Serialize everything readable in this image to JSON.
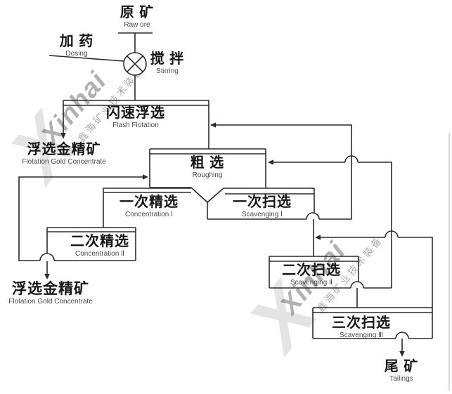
{
  "flow": {
    "raw_ore": {
      "zh": "原 矿",
      "en": "Raw ore"
    },
    "dosing": {
      "zh": "加 药",
      "en": "Dosing"
    },
    "stirring": {
      "zh": "搅 拌",
      "en": "Stirring"
    },
    "flash_flotation": {
      "zh": "闪速浮选",
      "en": "Flash Flotation"
    },
    "concentrate_top": {
      "zh": "浮选金精矿",
      "en": "Flotation Gold Concentrate"
    },
    "roughing": {
      "zh": "粗 选",
      "en": "Roughing"
    },
    "concentration1": {
      "zh": "一次精选",
      "en": "Concentration Ⅰ"
    },
    "scavenging1": {
      "zh": "一次扫选",
      "en": "Scavenging Ⅰ"
    },
    "concentration2": {
      "zh": "二次精选",
      "en": "Concentration Ⅱ"
    },
    "scavenging2": {
      "zh": "二次扫选",
      "en": "Scavenging Ⅱ"
    },
    "concentrate_bottom": {
      "zh": "浮选金精矿",
      "en": "Flotation Gold Concentrate"
    },
    "scavenging3": {
      "zh": "三次扫选",
      "en": "Scavenging Ⅲ"
    },
    "tailings": {
      "zh": "尾 矿",
      "en": "Tailings"
    }
  },
  "watermark": {
    "brand": "Xinhai",
    "company_zh": "鑫海矿业技术装备"
  },
  "colors": {
    "line": "#2b2b2b",
    "text_zh": "#161616",
    "text_en": "#4a4a4a",
    "background": "#ffffff"
  }
}
